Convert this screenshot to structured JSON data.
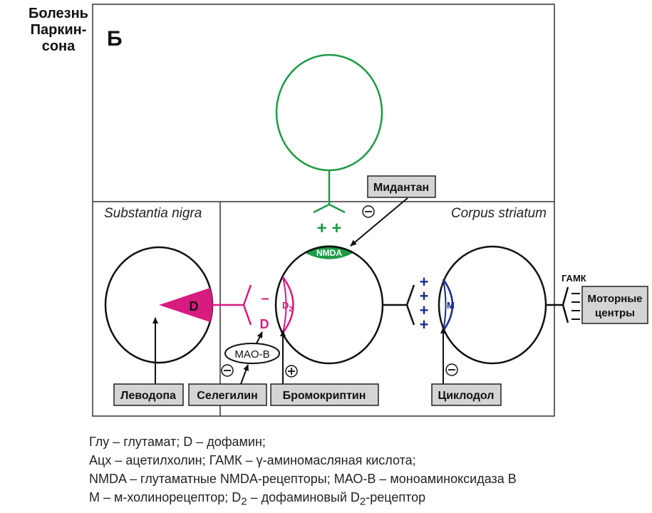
{
  "title": {
    "lines": [
      "Болезнь",
      "Паркин-",
      "сона"
    ]
  },
  "panel": {
    "letter": "Б"
  },
  "regions": {
    "substantia_nigra": "Substantia nigra",
    "corpus_striatum": "Corpus striatum"
  },
  "receptors": {
    "nmda": "NMDA",
    "d2_base": "D",
    "d2_sub": "2",
    "m": "M",
    "d_neuron": "D",
    "d_synapse": "D",
    "mao_b": "MAO-B"
  },
  "symbols": {
    "plus_plus": "+ +",
    "minus_d2": "–",
    "inhibit": "⊖",
    "activate": "⊕",
    "plus": "+"
  },
  "drugs": {
    "midantan": "Мидантан",
    "levodopa": "Леводопа",
    "selegiline": "Селегилин",
    "bromocriptine": "Бромокриптин",
    "cyclodol": "Циклодол"
  },
  "outputs": {
    "gaba": "ГАМК",
    "motor_centers_line1": "Моторные",
    "motor_centers_line2": "центры"
  },
  "legend": {
    "line1": "Глу – глутамат; D – дофамин;",
    "line2": "Ацх – ацетилхолин; ГАМК – γ-аминомасляная кислота;",
    "line3": "NMDA – глутаматные NMDA-рецепторы; МАО-В – моноаминоксидаза В",
    "line4_a": "М – м-холинорецептор; D",
    "line4_sub1": "2",
    "line4_b": " – дофаминовый D",
    "line4_sub2": "2",
    "line4_c": "-рецептор"
  },
  "colors": {
    "glutamate_neuron": "#1f9a45",
    "dopamine": "#d81b7f",
    "muscarinic": "#1a2a8c",
    "frame": "#333333",
    "label_fill": "#d4d4d4"
  }
}
